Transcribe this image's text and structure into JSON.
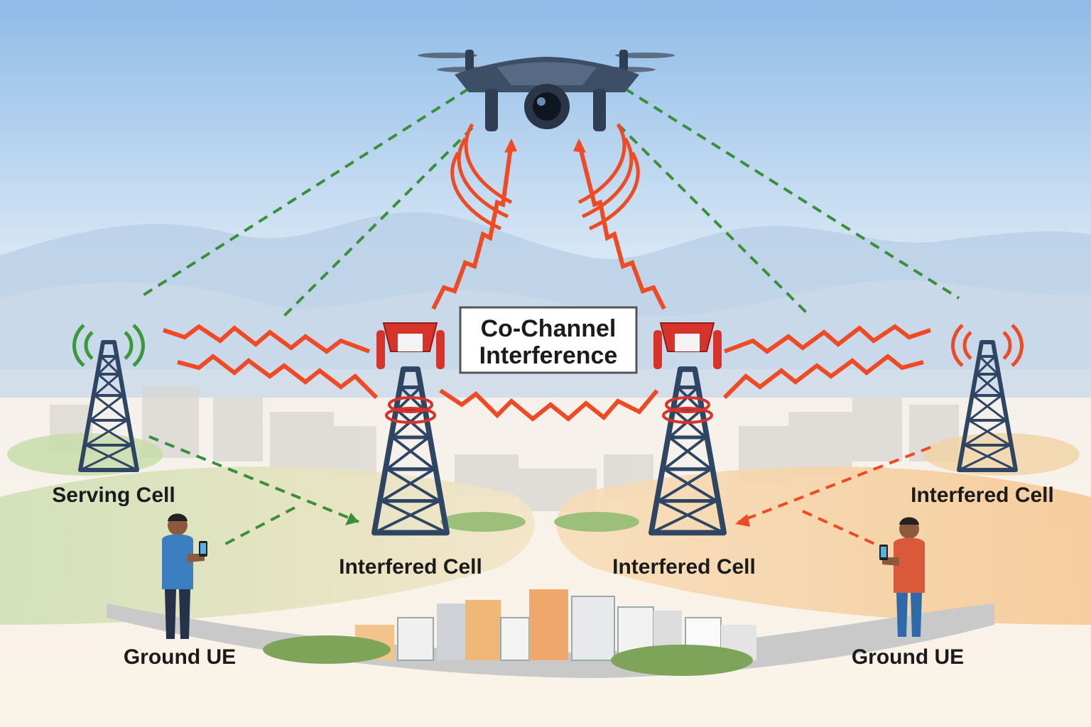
{
  "annotation": {
    "line1": "Co-Channel",
    "line2": "Interference"
  },
  "labels": {
    "serving_cell": "Serving Cell",
    "interfered_cell_left": "Interfered Cell",
    "interfered_cell_center_left": "Interfered Cell",
    "interfered_cell_center_right": "Interfered Cell",
    "ground_ue_left": "Ground UE",
    "ground_ue_right": "Ground UE"
  },
  "colors": {
    "sky_top": "#8fbbe8",
    "interference_red": "#f04a24",
    "link_green": "#3a8f3a",
    "tower_blue": "#2e4563",
    "tower_head_red": "#d8332a"
  },
  "icons": [
    "drone-icon",
    "cell-tower-icon",
    "person-with-phone-icon",
    "building-icon"
  ]
}
